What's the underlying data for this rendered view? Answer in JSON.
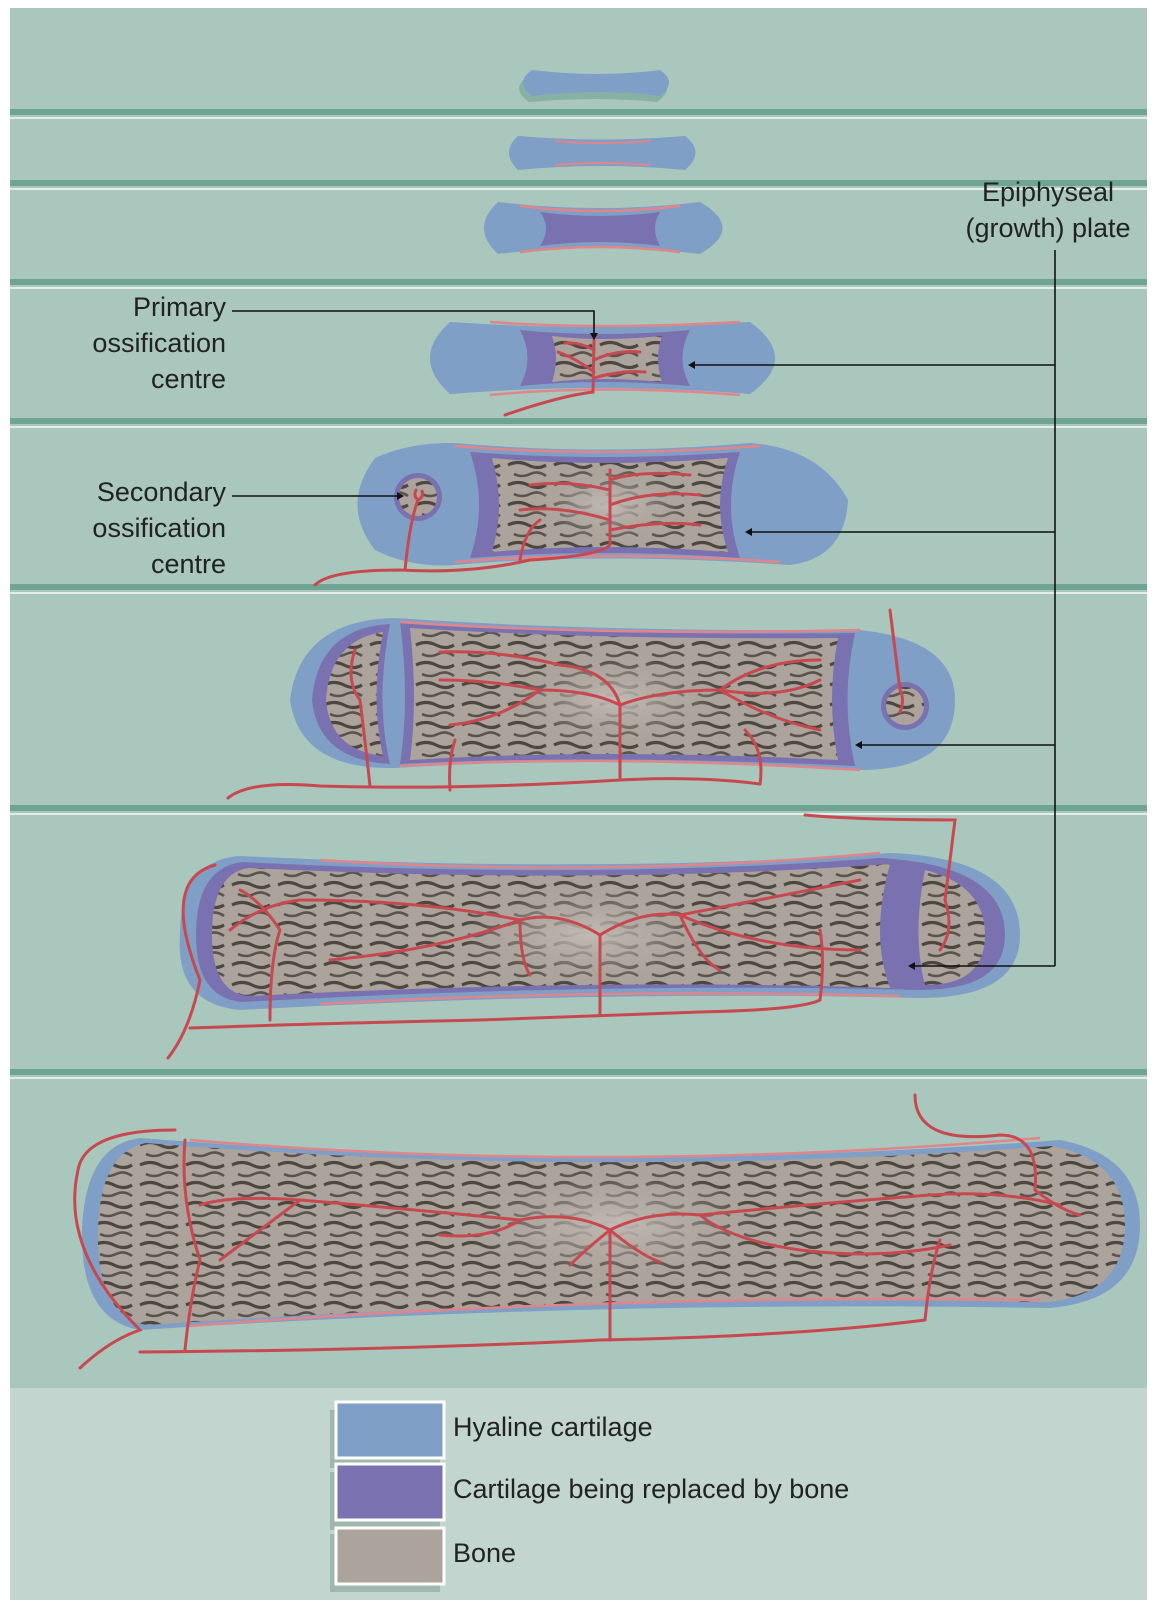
{
  "labels": {
    "epiphyseal": "Epiphyseal\n(growth) plate",
    "primary": "Primary\nossification\ncentre",
    "secondary": "Secondary\nossification\ncentre"
  },
  "legend": [
    {
      "label": "Hyaline cartilage",
      "color": "#7f9fc6"
    },
    {
      "label": "Cartilage being replaced by bone",
      "color": "#7a72b0"
    },
    {
      "label": "Bone",
      "color": "#ada39d"
    }
  ],
  "colors": {
    "background": "#a9c7bd",
    "band": "#6fa393",
    "legend_background": "#c2d6cf",
    "cartilage": "#7f9fc6",
    "replacing": "#7a72b0",
    "bone": "#ada39d",
    "bone_dark": "#4d4740",
    "vessel": "#c8484f",
    "periosteum": "#e0868a"
  }
}
